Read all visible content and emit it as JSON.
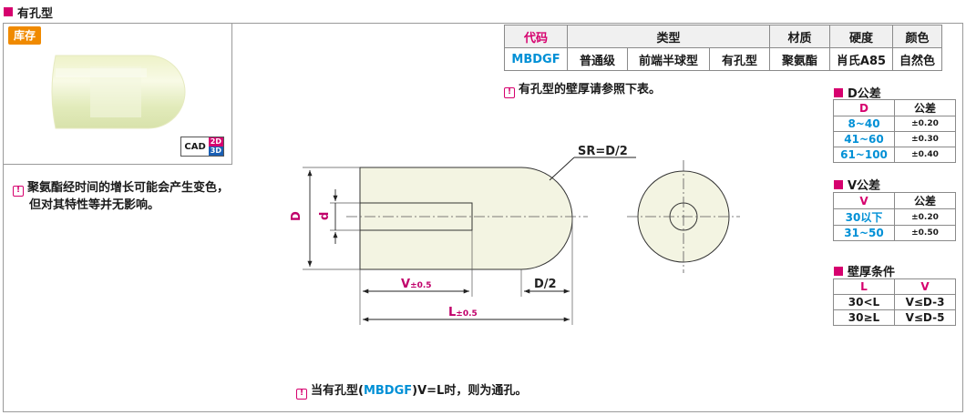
{
  "page_title": "有孔型",
  "photo": {
    "stock_label": "库存",
    "cad_label": "CAD",
    "cad_2d": "2D",
    "cad_3d": "3D"
  },
  "notes": {
    "material_line1": "聚氨酯经时间的增长可能会产生变色，",
    "material_line2": "但对其特性等并无影响。",
    "wall_note": "有孔型的壁厚请参照下表。",
    "bottom_prefix": "当有孔型(",
    "bottom_code": "MBDGF",
    "bottom_suffix": ")V=L时，则为通孔。"
  },
  "spec_table": {
    "headers": {
      "code": "代码",
      "type": "类型",
      "material": "材质",
      "hardness": "硬度",
      "color": "颜色"
    },
    "row": {
      "code": "MBDGF",
      "type1": "普通级",
      "type2": "前端半球型",
      "type3": "有孔型",
      "material": "聚氨酯",
      "hardness": "肖氏A85",
      "color": "自然色"
    }
  },
  "d_tolerance": {
    "title": "D公差",
    "col1": "D",
    "col2": "公差",
    "rows": [
      {
        "range": "8~40",
        "tol": "±0.20"
      },
      {
        "range": "41~60",
        "tol": "±0.30"
      },
      {
        "range": "61~100",
        "tol": "±0.40"
      }
    ]
  },
  "v_tolerance": {
    "title": "V公差",
    "col1": "V",
    "col2": "公差",
    "rows": [
      {
        "range": "30以下",
        "tol": "±0.20"
      },
      {
        "range": "31~50",
        "tol": "±0.50"
      }
    ]
  },
  "wall_condition": {
    "title": "壁厚条件",
    "col1": "L",
    "col2": "V",
    "rows": [
      {
        "l": "30<L",
        "v": "V≤D-3"
      },
      {
        "l": "30≥L",
        "v": "V≤D-5"
      }
    ]
  },
  "drawing": {
    "sr_label": "SR=D/2",
    "d_label": "D",
    "small_d_label": "d",
    "v_label": "V",
    "v_tol": "±0.5",
    "half_d_label": "D/2",
    "l_label": "L",
    "l_tol": "±0.5"
  },
  "colors": {
    "accent_pink": "#d6006e",
    "code_blue": "#0090d6",
    "stock_orange": "#f08a00",
    "part_fill": "#f3f4e2"
  }
}
